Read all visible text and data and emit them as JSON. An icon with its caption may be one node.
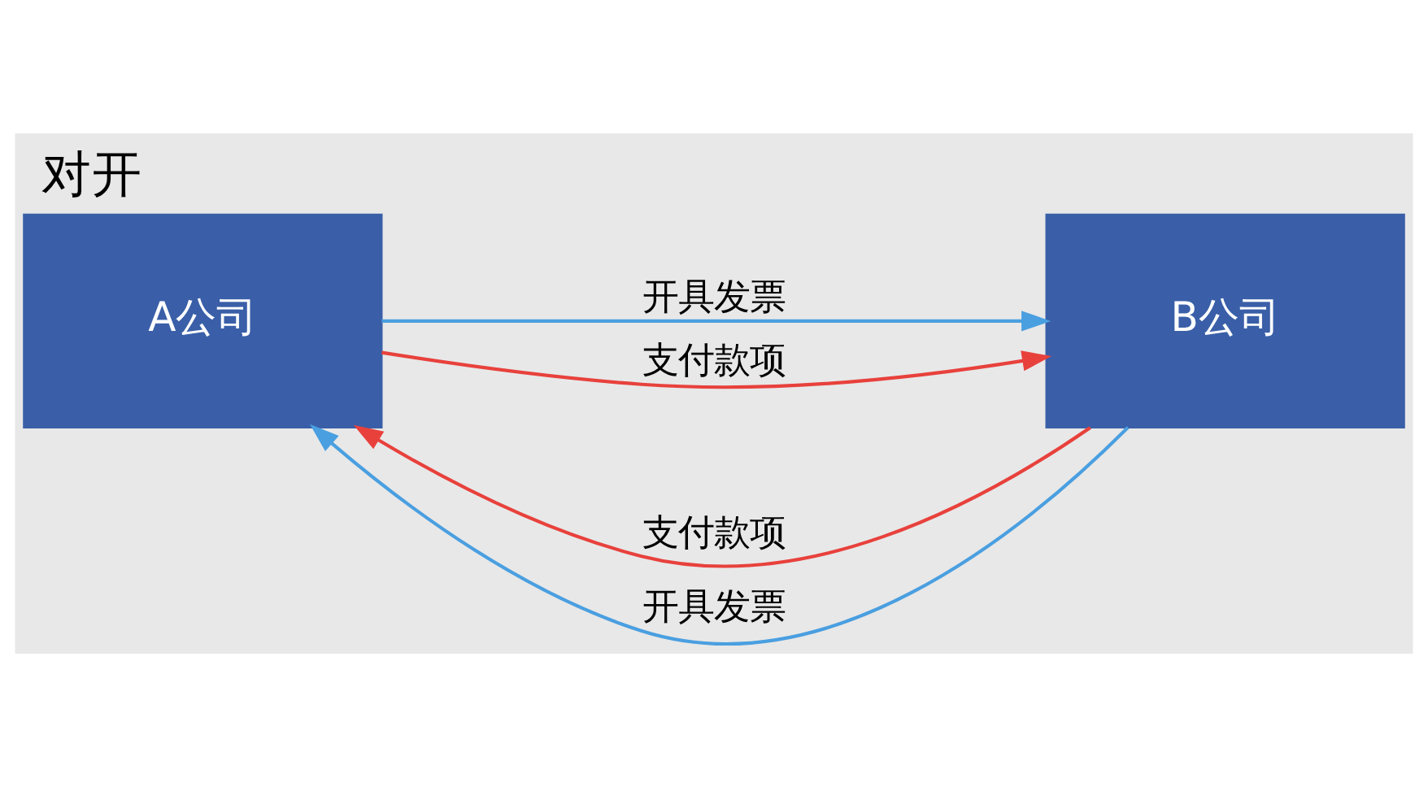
{
  "diagram": {
    "title": "对开",
    "nodes": [
      {
        "text": [
          "A公司"
        ]
      },
      {
        "text": [
          "B公司"
        ]
      }
    ],
    "edges": [
      {
        "from": 0,
        "to": 1,
        "arrow": "to",
        "label": "开具发票",
        "color": "#4a9fe0"
      },
      {
        "from": 1,
        "to": 0,
        "arrow": "to",
        "label": "支付款项",
        "color": "#e8413c"
      },
      {
        "from": 1,
        "to": 0,
        "arrow": "to",
        "label": "开具发票",
        "color": "#4a9fe0"
      },
      {
        "from": 0,
        "to": 1,
        "arrow": "to",
        "label": "支付款项",
        "color": "#e8413c"
      }
    ]
  }
}
